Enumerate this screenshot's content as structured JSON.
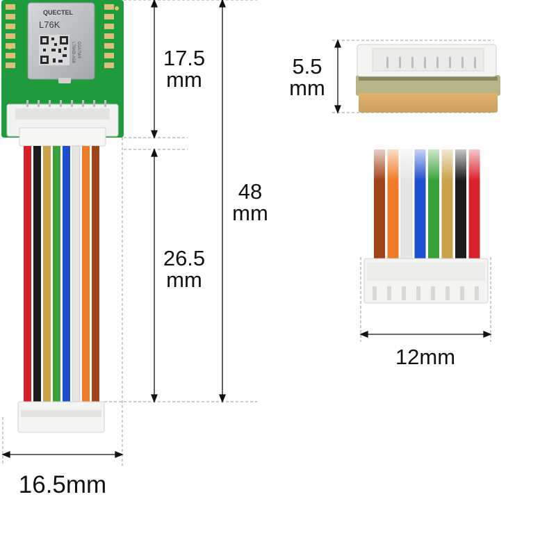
{
  "module": {
    "brand": "QUECTEL",
    "model": "L76K",
    "code_line1": "L76KB-A58",
    "code_line2": "D1A7W4"
  },
  "dimensions": {
    "board_height": {
      "value": "17.5",
      "unit": "mm"
    },
    "cable_length": {
      "value": "26.5",
      "unit": "mm"
    },
    "total_height": {
      "value": "48",
      "unit": "mm"
    },
    "total_width": {
      "text": "16.5mm"
    },
    "connector_height": {
      "value": "5.5",
      "unit": "mm"
    },
    "connector_width": {
      "text": "12mm"
    }
  },
  "colors": {
    "pcb": "#1f9a3c",
    "shield": "#b9bbbf",
    "connector": "#f3f3f1",
    "dimension_line": "#111111",
    "guide_line": "#9a9a9a",
    "wires_left_to_right": [
      "#d9212c",
      "#1a1a1a",
      "#c9a24a",
      "#3aa23a",
      "#1f4fd1",
      "#e6e6e6",
      "#f07a26",
      "#a0431a"
    ]
  }
}
